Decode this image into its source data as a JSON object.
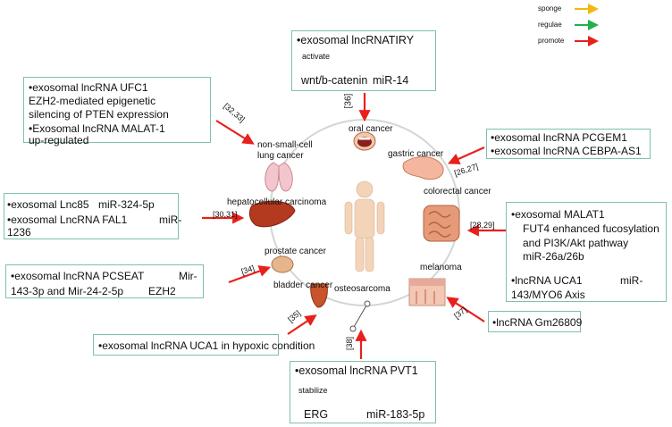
{
  "legend": {
    "sponge": {
      "label": "sponge",
      "color": "#f5b70f"
    },
    "regulae": {
      "label": "regulae",
      "color": "#22b04b"
    },
    "promote": {
      "label": "promote",
      "color": "#e8201c"
    }
  },
  "colors": {
    "box_border": "#7fbfae",
    "cycle": "#cfd8d3",
    "black_arrow": "#111111"
  },
  "oral_box": {
    "title": "•exosomal lncRNATIRY",
    "activate": "activate",
    "target1": "wnt/b-catenin",
    "target2": "miR-14",
    "ref": "[36]"
  },
  "ufc1_box": {
    "line1": "•exosomal lncRNA UFC1",
    "line2": "EZH2-mediated epigenetic",
    "line3": " silencing of PTEN expression",
    "line4": "•Exosomal lncRNA MALAT-1",
    "line5": "up-regulated"
  },
  "pcgem1_box": {
    "line1": "•exosomal lncRNA PCGEM1",
    "line2": "•exosomal lncRNA CEBPA-AS1"
  },
  "lnc85_box": {
    "line1a": "•exosomal Lnc85",
    "line1b": "miR-324-5p",
    "line2a": "•exosomal LncRNA FAL1",
    "line2b": "miR-",
    "line3": "1236"
  },
  "malat1_box": {
    "line1": "•exosomal MALAT1",
    "line2": "FUT4 enhanced fucosylation",
    "line3": "and PI3K/Akt pathway",
    "line4": "miR-26a/26b",
    "line5a": "•lncRNA UCA1",
    "line5b": "miR-",
    "line6": "143/MYO6 Axis"
  },
  "pcseat_box": {
    "line1a": "•exosomal lncRNA PCSEAT",
    "line1b": "Mir-",
    "line2a": "143-3p and Mir-24-2-5p",
    "line2b": "EZH2"
  },
  "uca1_box": {
    "line1": "•exosomal lncRNA UCA1 in hypoxic condition"
  },
  "gm_box": {
    "line1": "•lncRNA Gm26809"
  },
  "pvt1_box": {
    "title": "•exosomal lncRNA PVT1",
    "stabilize": "stabilize",
    "target1": "ERG",
    "target2": "miR-183-5p"
  },
  "cancers": {
    "oral": "oral cancer",
    "gastric": "gastric cancer",
    "colorectal": "colorectal cancer",
    "melanoma": "melanoma",
    "osteosarcoma": "osteosarcoma",
    "bladder": "bladder cancer",
    "prostate": "prostate cancer",
    "hepatocellular": "hepatocellular carcinoma",
    "nsclc1": "non-small-cell",
    "nsclc2": "lung cancer"
  },
  "refs": {
    "nsclc": "[32,33]",
    "gastric": "[26,27]",
    "hepato": "[30,31]",
    "colorectal": "[28,29]",
    "prostate": "[34]",
    "bladder": "[35]",
    "melanoma": "[37]",
    "osteo": "[38]"
  }
}
